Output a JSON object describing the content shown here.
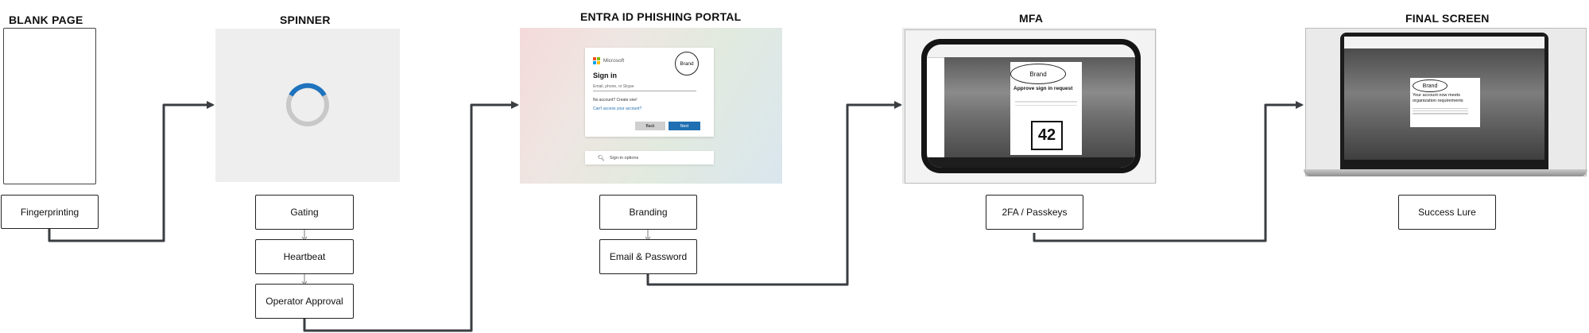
{
  "stages": [
    {
      "id": "blank",
      "title": "BLANK PAGE"
    },
    {
      "id": "spinner",
      "title": "SPINNER"
    },
    {
      "id": "portal",
      "title": "ENTRA ID PHISHING PORTAL"
    },
    {
      "id": "mfa",
      "title": "MFA"
    },
    {
      "id": "final",
      "title": "FINAL SCREEN"
    }
  ],
  "steps": {
    "fingerprinting": "Fingerprinting",
    "gating": "Gating",
    "heartbeat": "Heartbeat",
    "operator_approval": "Operator Approval",
    "branding": "Branding",
    "email_password": "Email & Password",
    "twofa": "2FA / Passkeys",
    "success_lure": "Success Lure"
  },
  "portal": {
    "brand": "Microsoft",
    "heading": "Sign in",
    "field": "Email, phone, or Skype",
    "no_account": "No account? Create one!",
    "cant_access": "Can't access your account?",
    "back": "Back",
    "next": "Next",
    "badge": "Brand",
    "signin_options": "Sign-in options"
  },
  "mfa": {
    "badge": "Brand",
    "heading": "Approve sign in request",
    "number": "42"
  },
  "final": {
    "badge": "Brand",
    "heading": "Your account now meets organization requirements"
  },
  "colors": {
    "spinner_arc": "#1e73be",
    "spinner_track": "#c8c8c8",
    "arrow": "#3a3d42",
    "ms_red": "#f25022",
    "ms_green": "#7fba00",
    "ms_blue": "#00a4ef",
    "ms_yellow": "#ffb900",
    "next_button": "#1f6fb2"
  }
}
